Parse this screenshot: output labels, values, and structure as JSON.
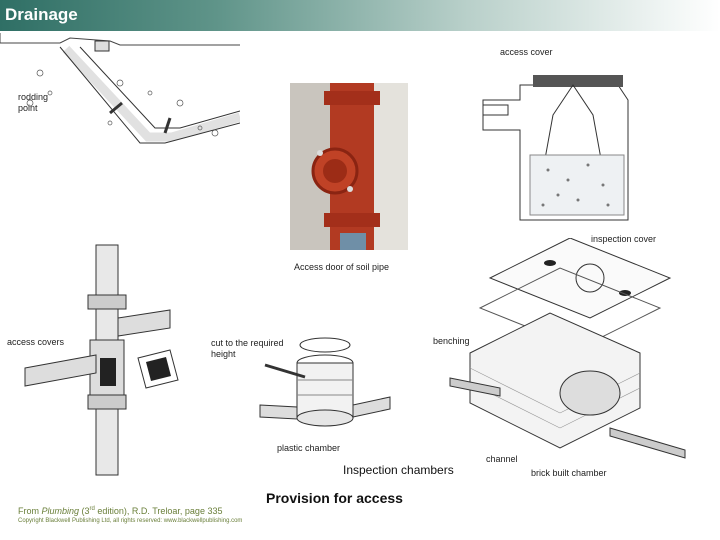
{
  "header": {
    "title": "Drainage"
  },
  "labels": {
    "access_cover": "access cover",
    "rodding_point": "rodding point",
    "inspection_cover": "inspection cover",
    "access_door": "Access door of soil pipe",
    "access_covers": "access covers",
    "cut_to_height": "cut to the required height",
    "benching": "benching",
    "plastic_chamber": "plastic chamber",
    "channel": "channel",
    "brick_built_chamber": "brick built chamber",
    "inspection_chambers": "Inspection chambers",
    "provision_for_access": "Provision for access"
  },
  "citation": {
    "prefix": "From ",
    "book": "Plumbing",
    "edition_pre": " (3",
    "edition_sup": "rd",
    "edition_post": " edition), R.D. Treloar, page 335",
    "copyright": "Copyright Blackwell Publishing Ltd, all rights reserved: www.blackwellpublishing.com"
  }
}
